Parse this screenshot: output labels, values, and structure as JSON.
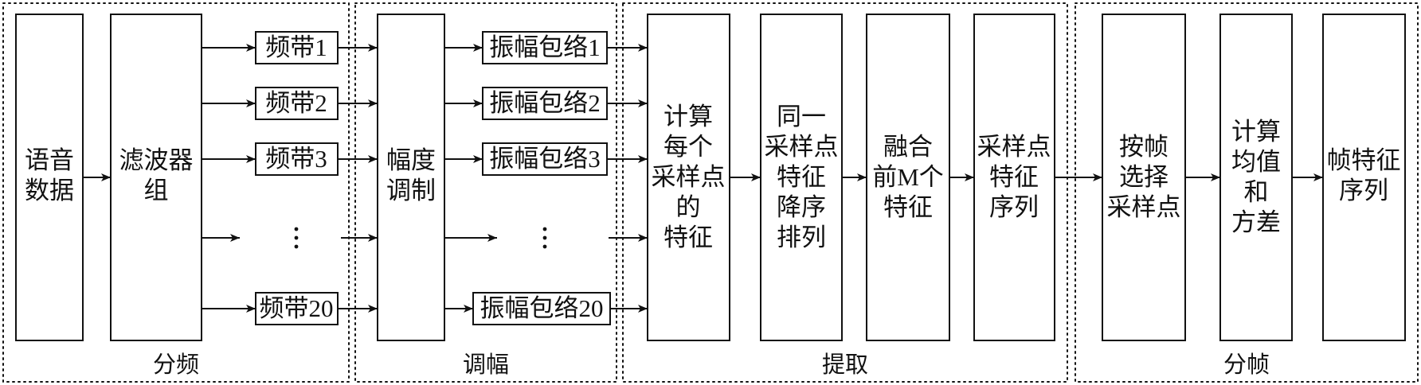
{
  "sections": [
    "分频",
    "调幅",
    "提取",
    "分帧"
  ],
  "blocks": {
    "speech": [
      "语音",
      "数据"
    ],
    "filterbank": [
      "滤波器",
      "组"
    ],
    "modulation": [
      "幅度",
      "调制"
    ],
    "compute_features": [
      "计算",
      "每个",
      "采样点",
      "的",
      "特征"
    ],
    "sort": [
      "同一",
      "采样点",
      "特征",
      "降序",
      "排列"
    ],
    "fuse": [
      "融合",
      "前M个",
      "特征"
    ],
    "sequence": [
      "采样点",
      "特征",
      "序列"
    ],
    "select": [
      "按帧",
      "选择",
      "采样点"
    ],
    "stats": [
      "计算",
      "均值",
      "和",
      "方差"
    ],
    "frame_features": [
      "帧特征",
      "序列"
    ]
  },
  "bands": [
    "频带1",
    "频带2",
    "频带3",
    "频带20"
  ],
  "envelopes": [
    "振幅包络1",
    "振幅包络2",
    "振幅包络3",
    "振幅包络20"
  ],
  "ellipsis": "⋮"
}
